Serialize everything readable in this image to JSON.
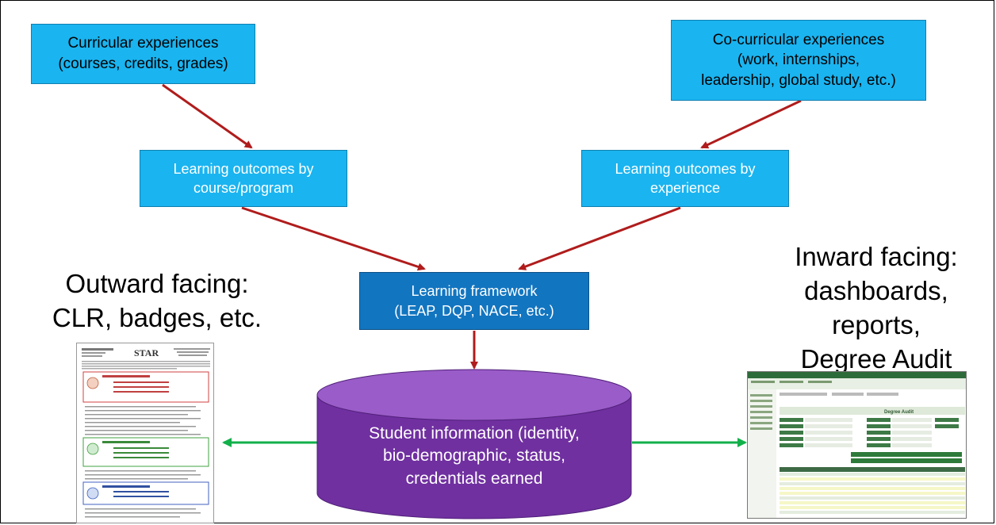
{
  "boxes": {
    "curricular": "Curricular experiences\n(courses, credits, grades)",
    "cocurricular": "Co-curricular experiences\n(work, internships,\nleadership, global study, etc.)",
    "outcomes_course": "Learning outcomes by\ncourse/program",
    "outcomes_experience": "Learning outcomes by\nexperience",
    "framework": "Learning framework\n(LEAP, DQP, NACE, etc.)",
    "student_info": "Student information (identity,\nbio-demographic, status,\ncredentials earned"
  },
  "labels": {
    "outward": "Outward facing:\nCLR, badges, etc.",
    "inward": "Inward facing:\ndashboards,\nreports,\nDegree Audit"
  },
  "thumbnails": {
    "clr_header": "STAR",
    "audit_title": "Degree Audit"
  },
  "colors": {
    "cyan": "#1ab4f0",
    "framework_blue": "#1275c0",
    "red_arrow": "#b01c1c",
    "green_arrow": "#12b04a",
    "purple": "#7030a0"
  }
}
